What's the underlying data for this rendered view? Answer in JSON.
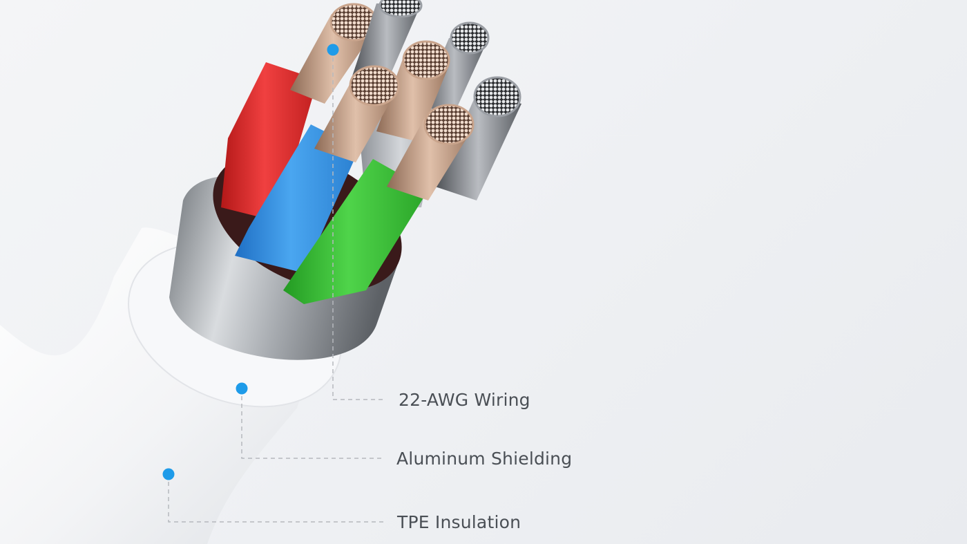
{
  "callouts": [
    {
      "label": "22-AWG Wiring",
      "marker_color": "#1e9be9"
    },
    {
      "label": "Aluminum Shielding",
      "marker_color": "#1e9be9"
    },
    {
      "label": "TPE Insulation",
      "marker_color": "#1e9be9"
    }
  ],
  "colors": {
    "wire_red": "#e42c2c",
    "wire_blue": "#3a93e0",
    "wire_green": "#3fbf3a",
    "wire_gray": "#b9bcc1",
    "copper": "#c9a48c",
    "silver_core": "#8e9196",
    "leader_line": "#b5b8bd",
    "label_text": "#4a4f55"
  }
}
